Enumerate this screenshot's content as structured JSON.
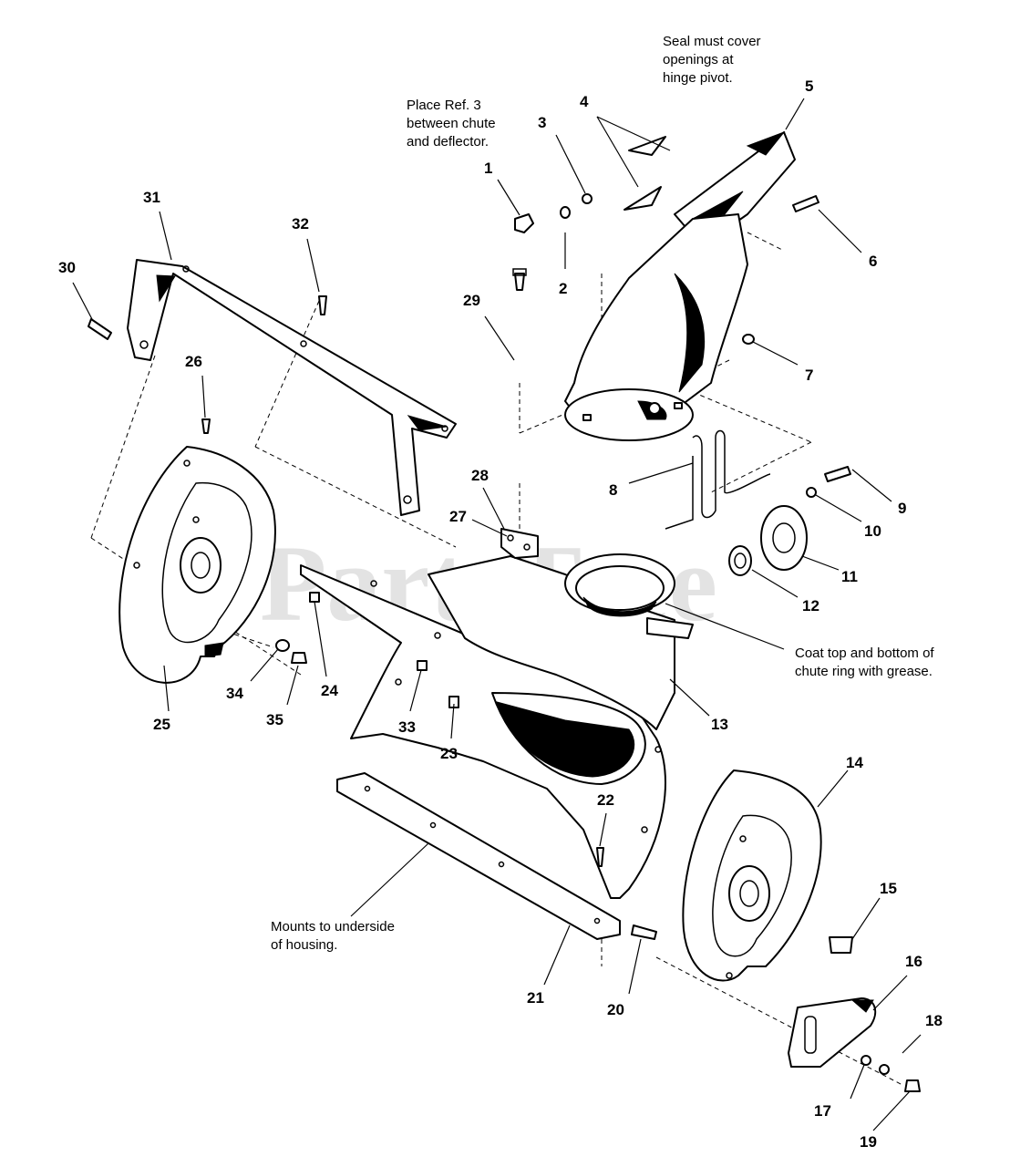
{
  "watermark": "PartsTree",
  "notes": {
    "seal": [
      "Seal must cover",
      "openings at",
      "hinge pivot."
    ],
    "place_ref": [
      "Place Ref. 3",
      "between chute",
      "and deflector."
    ],
    "coat": [
      "Coat top and bottom of",
      "chute ring with grease."
    ],
    "mounts": [
      "Mounts to underside",
      "of housing."
    ]
  },
  "callouts": {
    "c1": "1",
    "c2": "2",
    "c3": "3",
    "c4": "4",
    "c5": "5",
    "c6": "6",
    "c7": "7",
    "c8": "8",
    "c9": "9",
    "c10": "10",
    "c11": "11",
    "c12": "12",
    "c13": "13",
    "c14": "14",
    "c15": "15",
    "c16": "16",
    "c17": "17",
    "c18": "18",
    "c19": "19",
    "c20": "20",
    "c21": "21",
    "c22": "22",
    "c23": "23",
    "c24": "24",
    "c25": "25",
    "c26": "26",
    "c27": "27",
    "c28": "28",
    "c29": "29",
    "c30": "30",
    "c31": "31",
    "c32": "32",
    "c33": "33",
    "c34": "34",
    "c35": "35"
  }
}
